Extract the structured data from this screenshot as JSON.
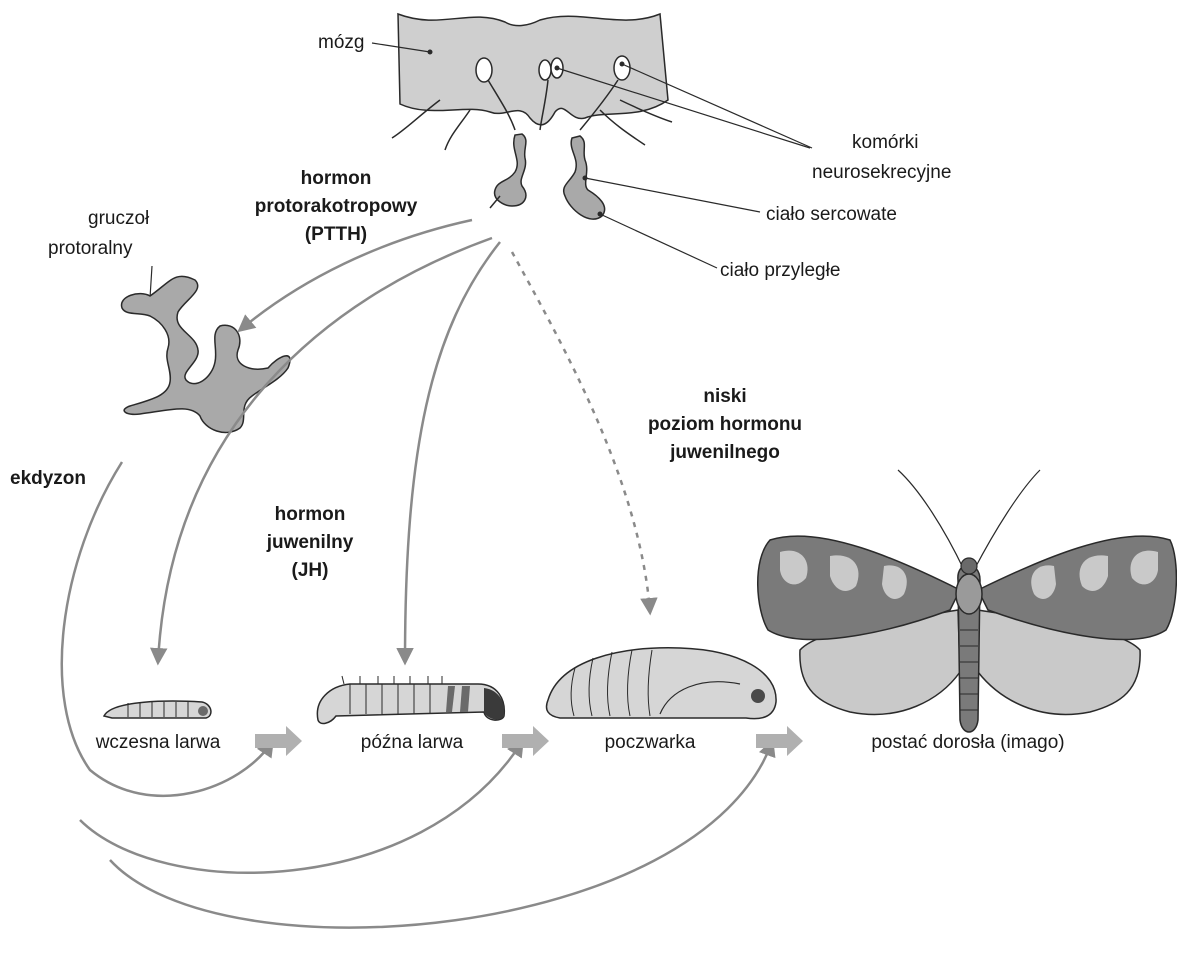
{
  "labels": {
    "brain": "mózg",
    "neurosecretory": [
      "komórki",
      "neurosekrecyjne"
    ],
    "corpora_cardiaca": "ciało sercowate",
    "corpora_allata": "ciało przyległe",
    "prothoracic_gland": [
      "gruczoł",
      "protoralny"
    ],
    "ptth": [
      "hormon",
      "protorakotropowy",
      "(PTTH)"
    ],
    "ecdysone": "ekdyzon",
    "juvenile_hormone": [
      "hormon",
      "juwenilny",
      "(JH)"
    ],
    "low_jh": [
      "niski",
      "poziom hormonu",
      "juwenilnego"
    ]
  },
  "stages": {
    "early_larva": "wczesna larwa",
    "late_larva": "późna larwa",
    "pupa": "poczwarka",
    "adult": "postać dorosła (imago)"
  },
  "colors": {
    "tissue": "#c8c8c8",
    "gland": "#a9a9a9",
    "arrow": "#8a8a8a",
    "outline": "#2a2a2a",
    "wing_dark": "#7a7a7a",
    "wing_light": "#c9c9c9"
  }
}
